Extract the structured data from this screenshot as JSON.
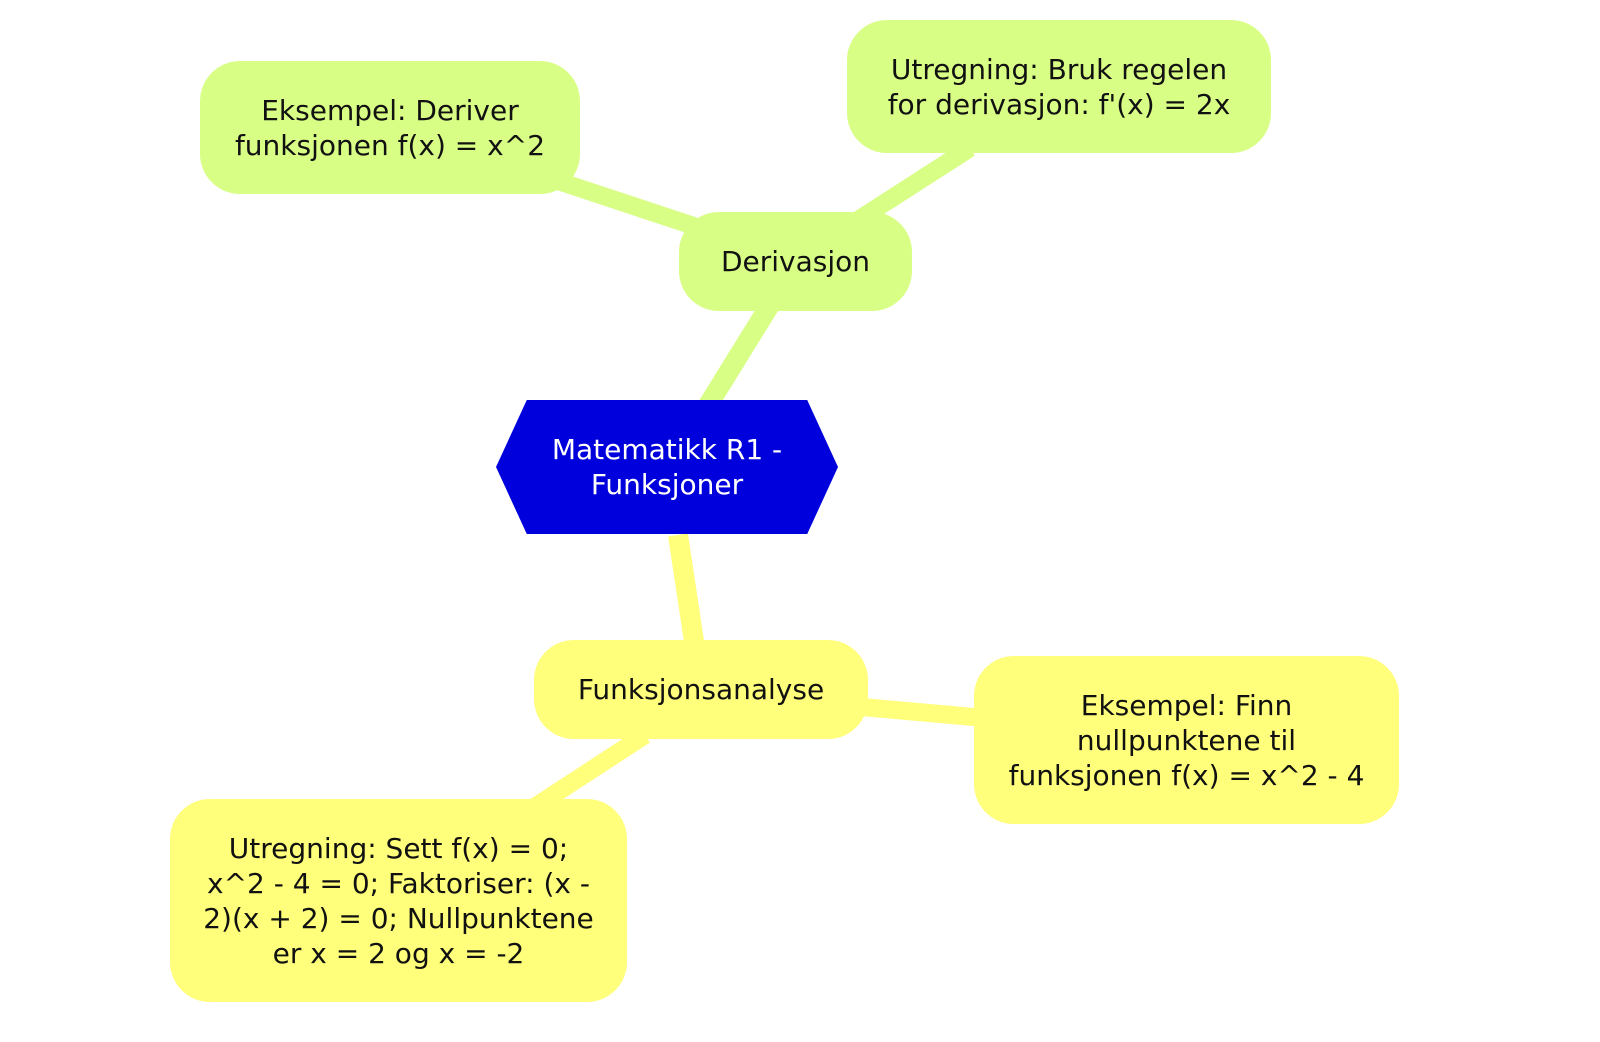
{
  "colors": {
    "root_fill": "#0000dc",
    "root_text": "#ffffff",
    "derivasjon_branch": "#d9fe86",
    "funksjonsanalyse_branch": "#ffff7b",
    "text": "#111111"
  },
  "mindmap": {
    "root": {
      "lines": [
        "Matematikk R1 -",
        "Funksjoner"
      ]
    },
    "branches": [
      {
        "label": "Derivasjon",
        "children": [
          {
            "lines": [
              "Eksempel: Deriver",
              "funksjonen f(x) = x^2"
            ]
          },
          {
            "lines": [
              "Utregning: Bruk regelen",
              "for derivasjon: f'(x) = 2x"
            ]
          }
        ]
      },
      {
        "label": "Funksjonsanalyse",
        "children": [
          {
            "lines": [
              "Eksempel: Finn",
              "nullpunktene til",
              "funksjonen f(x) = x^2 - 4"
            ]
          },
          {
            "lines": [
              "Utregning: Sett f(x) = 0;",
              "x^2 - 4 = 0; Faktoriser: (x -",
              "2)(x + 2) = 0; Nullpunktene",
              "er x = 2 og x = -2"
            ]
          }
        ]
      }
    ]
  }
}
